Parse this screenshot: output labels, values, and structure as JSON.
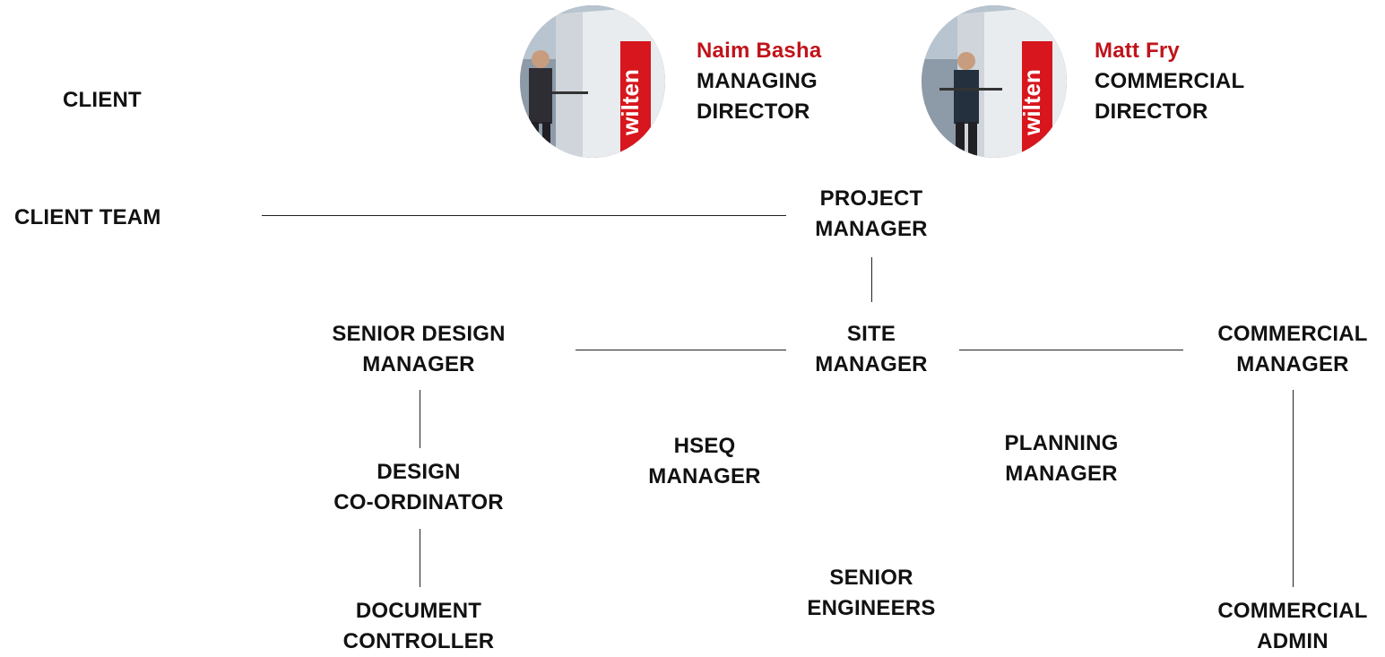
{
  "rows": {
    "client": "CLIENT",
    "client_team": "CLIENT TEAM"
  },
  "people": [
    {
      "name": "Naim Basha",
      "title_line1": "MANAGING",
      "title_line2": "DIRECTOR"
    },
    {
      "name": "Matt Fry",
      "title_line1": "COMMERCIAL",
      "title_line2": "DIRECTOR"
    }
  ],
  "photo_sign_text": "wilten",
  "roles": {
    "project_manager": [
      "PROJECT",
      "MANAGER"
    ],
    "site_manager": [
      "SITE",
      "MANAGER"
    ],
    "senior_design_manager": [
      "SENIOR DESIGN",
      "MANAGER"
    ],
    "commercial_manager": [
      "COMMERCIAL",
      "MANAGER"
    ],
    "hseq_manager": [
      "HSEQ",
      "MANAGER"
    ],
    "planning_manager": [
      "PLANNING",
      "MANAGER"
    ],
    "design_coordinator": [
      "DESIGN",
      "CO-ORDINATOR"
    ],
    "senior_engineers": [
      "SENIOR",
      "ENGINEERS"
    ],
    "document_controller": [
      "DOCUMENT",
      "CONTROLLER"
    ],
    "commercial_admin": [
      "COMMERCIAL",
      "ADMIN"
    ]
  },
  "colors": {
    "name_accent": "#c0141b",
    "text": "#111111",
    "line": "#222222"
  }
}
